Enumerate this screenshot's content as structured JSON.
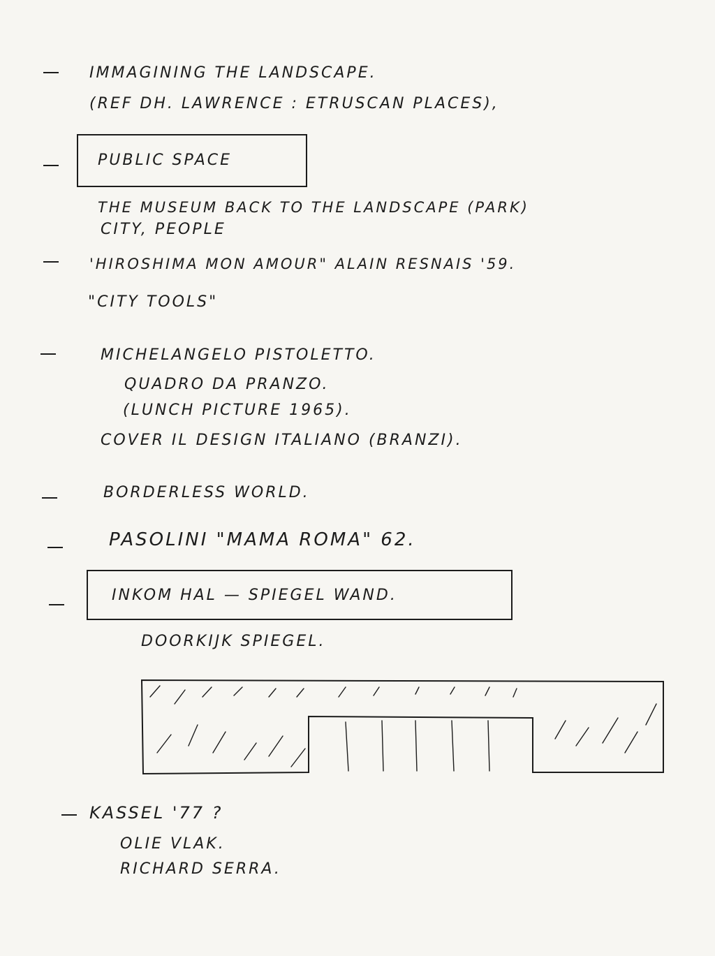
{
  "notes": {
    "line1": "IMMAGINING THE LANDSCAPE.",
    "line2": "(REF DH. LAWRENCE : ETRUSCAN PLACES),",
    "public_space": "PUBLIC SPACE",
    "museum": "THE MUSEUM BACK TO THE LANDSCAPE (PARK)",
    "city_people": "CITY, PEOPLE",
    "hiroshima": "'HIROSHIMA MON AMOUR\" ALAIN RESNAIS '59.",
    "city_tools": "\"CITY TOOLS\"",
    "pistoletto": "MICHELANGELO PISTOLETTO.",
    "quadro": "QUADRO DA PRANZO.",
    "lunch": "(LUNCH PICTURE 1965).",
    "cover": "COVER IL DESIGN ITALIANO (BRANZI).",
    "borderless": "BORDERLESS WORLD.",
    "pasolini": "PASOLINI \"MAMA ROMA\" 62.",
    "inkom": "INKOM HAL — SPIEGEL WAND.",
    "doorkijk": "DOORKIJK SPIEGEL.",
    "kassel": "KASSEL '77 ?",
    "olie": "OLIE VLAK.",
    "serra": "RICHARD SERRA."
  }
}
